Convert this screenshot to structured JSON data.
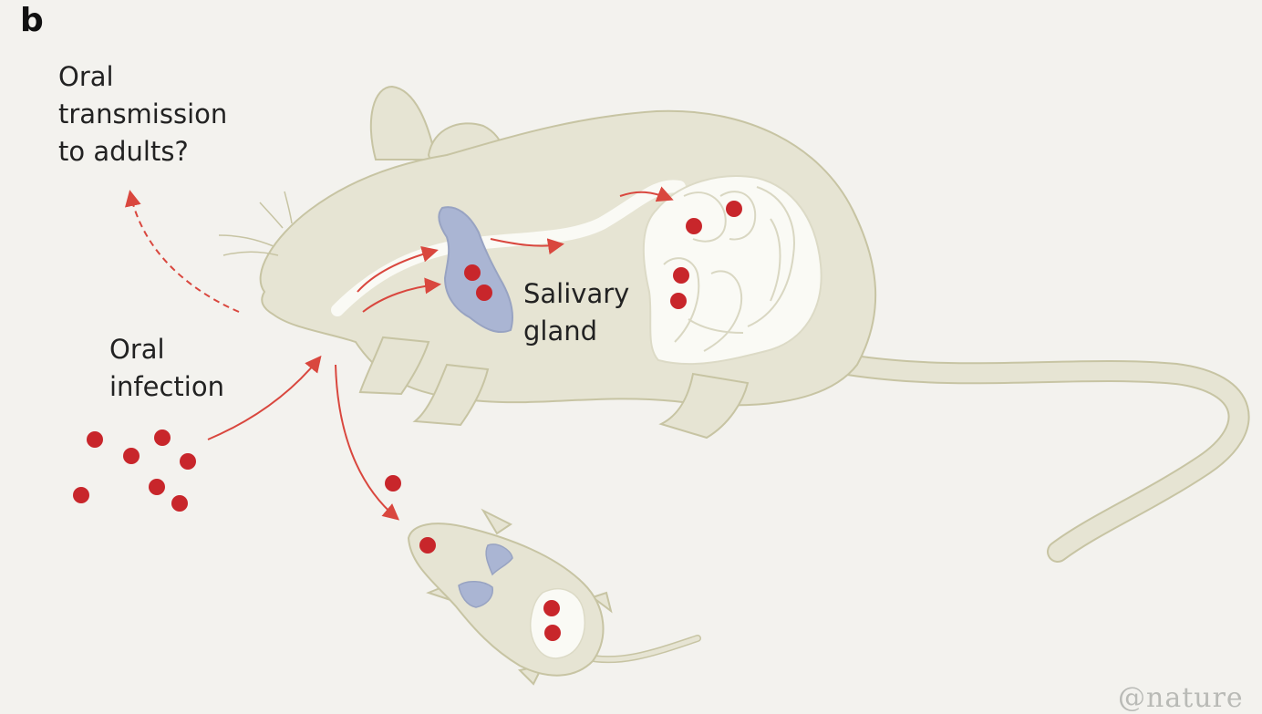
{
  "panel_label": "b",
  "labels": {
    "oral_transmission": [
      "Oral",
      "transmission",
      "to adults?"
    ],
    "oral_infection": [
      "Oral",
      "infection"
    ],
    "salivary_gland": [
      "Salivary",
      "gland"
    ]
  },
  "credit": "@nature",
  "colors": {
    "background": "#f3f2ee",
    "mouse_body": "#e6e4d3",
    "mouse_outline": "#c7c4a3",
    "organ": "#fafaf5",
    "salivary_gland": "#aab5d3",
    "virus": "#c8262b",
    "arrow": "#d9473e"
  }
}
